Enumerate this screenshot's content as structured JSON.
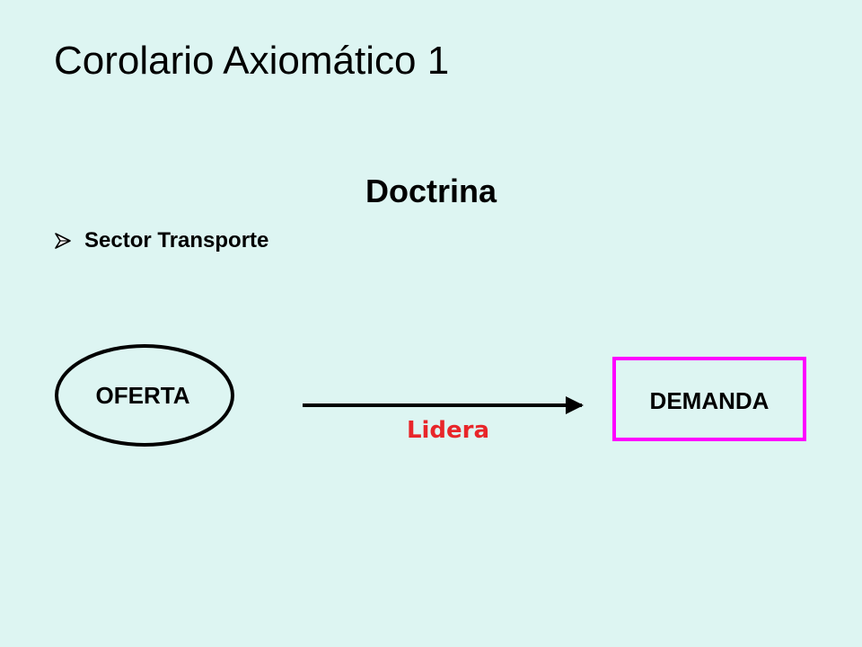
{
  "slide": {
    "title": "Corolario Axiomático 1",
    "subtitle": "Doctrina",
    "bullets": [
      {
        "icon": "arrowhead-bullet-icon",
        "text": "Sector Transporte"
      }
    ]
  },
  "diagram": {
    "nodes": [
      {
        "id": "oferta",
        "shape": "ellipse",
        "label": "OFERTA",
        "border_color": "#000000"
      },
      {
        "id": "demanda",
        "shape": "rectangle",
        "label": "DEMANDA",
        "border_color": "#FF00FF"
      }
    ],
    "edges": [
      {
        "from": "oferta",
        "to": "demanda",
        "label": "Lidera",
        "label_color": "#E8262A",
        "line_color": "#000000"
      }
    ]
  },
  "colors": {
    "background": "#DDF5F2",
    "text": "#000000"
  }
}
